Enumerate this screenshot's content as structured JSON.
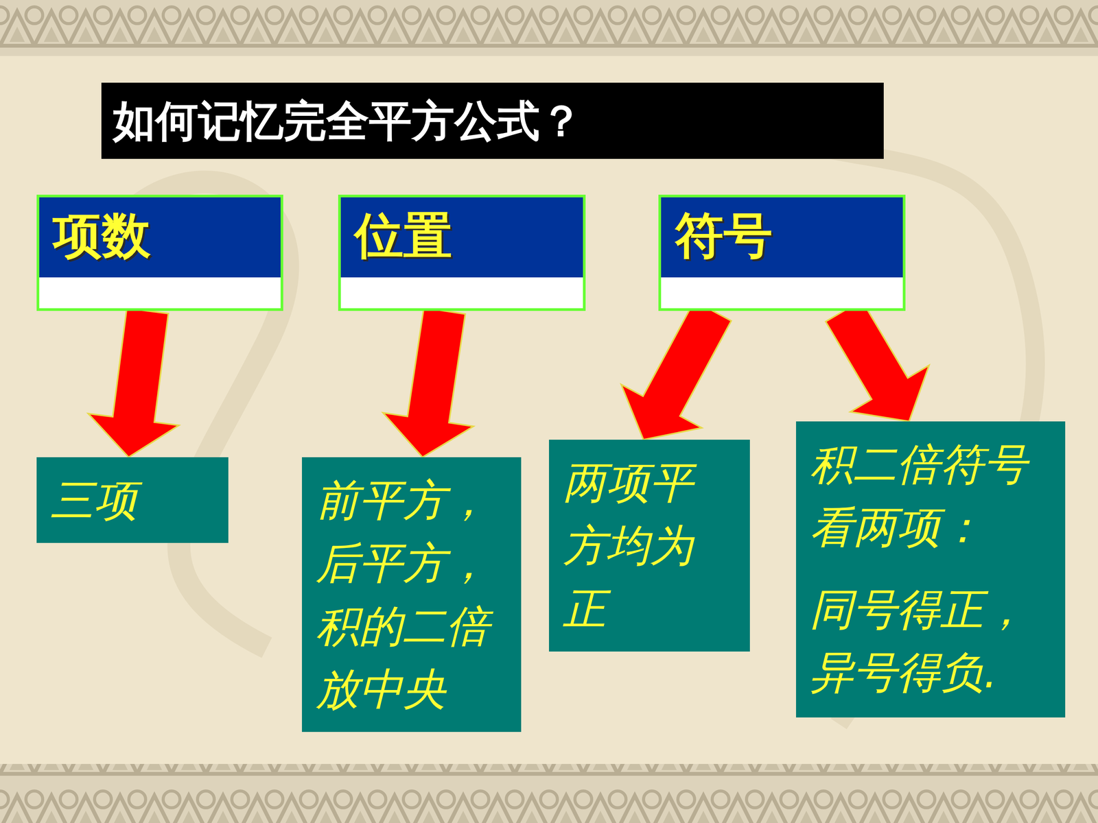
{
  "diagram": {
    "title": "如何记忆完全平方公式？",
    "nodes": [
      {
        "text": [
          "项数"
        ]
      },
      {
        "text": [
          "位置"
        ]
      },
      {
        "text": [
          "符号"
        ]
      },
      {
        "text": [
          "三项"
        ]
      },
      {
        "text": [
          "前平方， 后平方， 积的二倍 放中央"
        ]
      },
      {
        "text": [
          "两项平 方均为 正"
        ]
      },
      {
        "text": [
          "积二倍符号 看两项：",
          "同号得正， 异号得负."
        ]
      }
    ],
    "edges": [
      {
        "from": 0,
        "to": 3,
        "arrow": "to"
      },
      {
        "from": 1,
        "to": 4,
        "arrow": "to"
      },
      {
        "from": 2,
        "to": 5,
        "arrow": "to"
      },
      {
        "from": 2,
        "to": 6,
        "arrow": "to"
      }
    ]
  }
}
